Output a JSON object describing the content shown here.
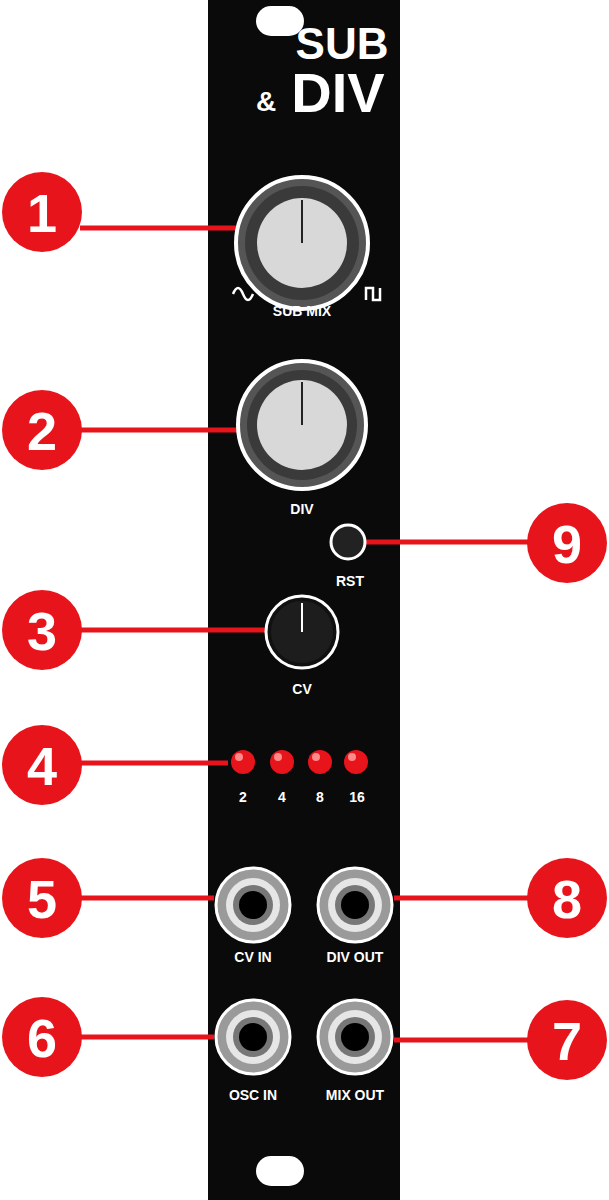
{
  "diagram": {
    "labels": [
      "SUB",
      "&",
      "DIV",
      "SUB MIX",
      "DIV",
      "RST",
      "CV",
      "2",
      "4",
      "8",
      "16",
      "CV IN",
      "DIV OUT",
      "OSC IN",
      "MIX OUT",
      "1",
      "2",
      "3",
      "4",
      "5",
      "6",
      "7",
      "8",
      "9"
    ]
  }
}
